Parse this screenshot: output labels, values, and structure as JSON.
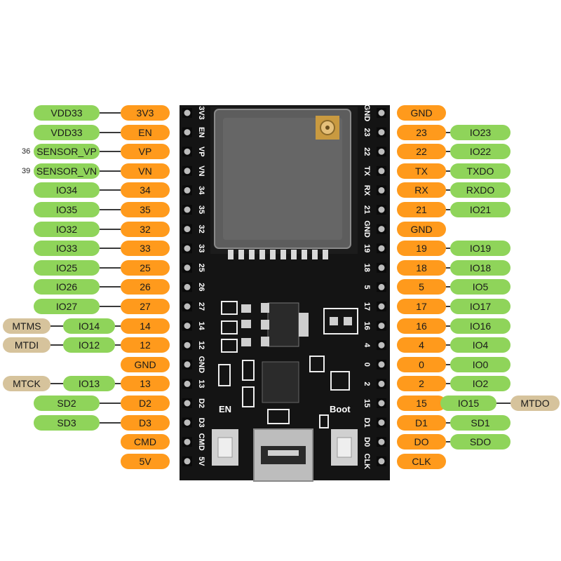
{
  "left_rows": [
    {
      "outer": "VDD33",
      "pin": "3V3",
      "silk": "3V3"
    },
    {
      "outer": "VDD33",
      "pin": "EN",
      "silk": "EN"
    },
    {
      "outer": "SENSOR_VP",
      "pin": "VP",
      "silk": "VP",
      "gpio": "36"
    },
    {
      "outer": "SENSOR_VN",
      "pin": "VN",
      "silk": "VN",
      "gpio": "39"
    },
    {
      "outer": "IO34",
      "pin": "34",
      "silk": "34"
    },
    {
      "outer": "IO35",
      "pin": "35",
      "silk": "35"
    },
    {
      "outer": "IO32",
      "pin": "32",
      "silk": "32"
    },
    {
      "outer": "IO33",
      "pin": "33",
      "silk": "33"
    },
    {
      "outer": "IO25",
      "pin": "25",
      "silk": "25"
    },
    {
      "outer": "IO26",
      "pin": "26",
      "silk": "26"
    },
    {
      "outer": "IO27",
      "pin": "27",
      "silk": "27"
    },
    {
      "extra": "MTMS",
      "outer": "IO14",
      "pin": "14",
      "silk": "14"
    },
    {
      "extra": "MTDI",
      "outer": "IO12",
      "pin": "12",
      "silk": "12"
    },
    {
      "pin": "GND",
      "silk": "GND"
    },
    {
      "extra": "MTCK",
      "outer": "IO13",
      "pin": "13",
      "silk": "13"
    },
    {
      "outer": "SD2",
      "pin": "D2",
      "silk": "D2"
    },
    {
      "outer": "SD3",
      "pin": "D3",
      "silk": "D3"
    },
    {
      "pin": "CMD",
      "silk": "CMD"
    },
    {
      "pin": "5V",
      "silk": "5V"
    }
  ],
  "right_rows": [
    {
      "pin": "GND",
      "silk": "GND"
    },
    {
      "pin": "23",
      "outer": "IO23",
      "silk": "23"
    },
    {
      "pin": "22",
      "outer": "IO22",
      "silk": "22"
    },
    {
      "pin": "TX",
      "outer": "TXDO",
      "silk": "TX"
    },
    {
      "pin": "RX",
      "outer": "RXDO",
      "silk": "RX"
    },
    {
      "pin": "21",
      "outer": "IO21",
      "silk": "21"
    },
    {
      "pin": "GND",
      "silk": "GND"
    },
    {
      "pin": "19",
      "outer": "IO19",
      "silk": "19"
    },
    {
      "pin": "18",
      "outer": "IO18",
      "silk": "18"
    },
    {
      "pin": "5",
      "outer": "IO5",
      "silk": "5"
    },
    {
      "pin": "17",
      "outer": "IO17",
      "silk": "17"
    },
    {
      "pin": "16",
      "outer": "IO16",
      "silk": "16"
    },
    {
      "pin": "4",
      "outer": "IO4",
      "silk": "4"
    },
    {
      "pin": "0",
      "outer": "IO0",
      "silk": "0"
    },
    {
      "pin": "2",
      "outer": "IO2",
      "silk": "2"
    },
    {
      "pin": "15",
      "outer": "IO15",
      "extra": "MTDO",
      "silk": "15"
    },
    {
      "pin": "D1",
      "outer": "SD1",
      "silk": "D1"
    },
    {
      "pin": "DO",
      "outer": "SDO",
      "silk": "D0"
    },
    {
      "pin": "CLK",
      "silk": "CLK"
    }
  ],
  "board": {
    "en_button_label": "EN",
    "boot_button_label": "Boot"
  },
  "colors": {
    "gpio_label": "#8fd45a",
    "pin_label": "#ff9a1c",
    "jtag_label": "#d6c39c",
    "board": "#141414",
    "shield": "#5d5d5d"
  }
}
